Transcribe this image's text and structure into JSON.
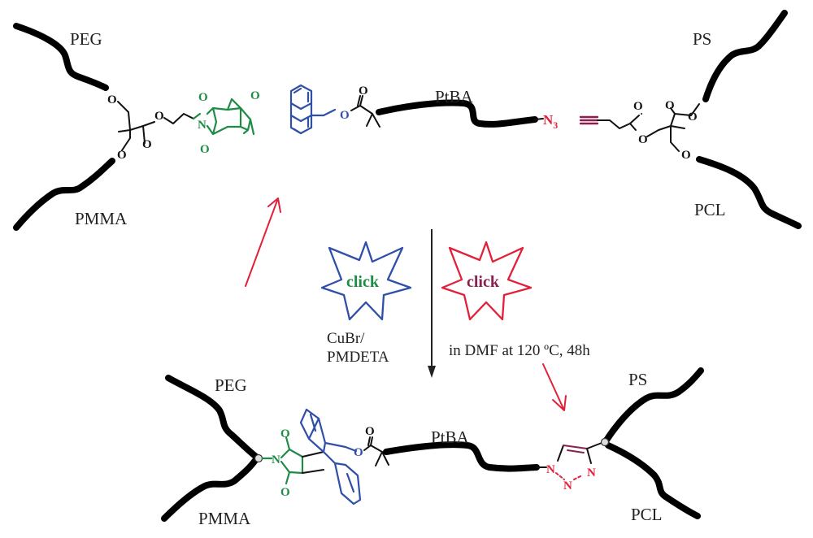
{
  "top_scheme": {
    "left_arms": {
      "upper_label": "PEG",
      "lower_label": "PMMA"
    },
    "middle_chain_label": "PtBA",
    "azide_label": "N",
    "azide_subscript": "3",
    "right_arms": {
      "upper_label": "PS",
      "lower_label": "PCL"
    },
    "oxygen_label": "O",
    "nitrogen_label": "N"
  },
  "reactions": {
    "left": {
      "badge": "click",
      "conditions_line1": "CuBr/",
      "conditions_line2": "PMDETA"
    },
    "right": {
      "badge": "click",
      "conditions": "in DMF at 120 ºC, 48h"
    }
  },
  "bottom_scheme": {
    "left_arms": {
      "upper_label": "PEG",
      "lower_label": "PMMA"
    },
    "middle_chain_label": "PtBA",
    "right_arms": {
      "upper_label": "PS",
      "lower_label": "PCL"
    },
    "triazole_nitrogen": "N",
    "oxygen_label": "O",
    "nitrogen_label": "N"
  },
  "colors": {
    "maleimide": "#1e8c45",
    "anthracene": "#2f4fa8",
    "azide": "#e3203a",
    "alkyne": "#8a2050",
    "arrow_red": "#e3203a"
  }
}
